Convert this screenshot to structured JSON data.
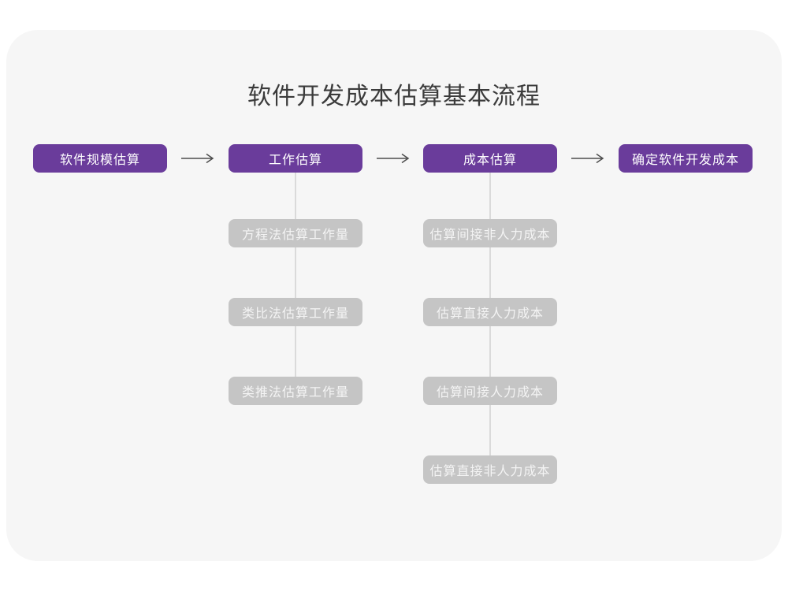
{
  "title": "软件开发成本估算基本流程",
  "colors": {
    "stage_background": "#6A3C9B",
    "substep_background": "#C5C5C5",
    "connector_line": "#DADADA",
    "arrow": "#4D4D4D",
    "card_background": "#F6F6F6",
    "title_text": "#3B3B3B",
    "node_text": "#FFFFFF"
  },
  "flow": {
    "stages": [
      {
        "label": "软件规模估算",
        "substeps": []
      },
      {
        "label": "工作估算",
        "substeps": [
          "方程法估算工作量",
          "类比法估算工作量",
          "类推法估算工作量"
        ]
      },
      {
        "label": "成本估算",
        "substeps": [
          "估算间接非人力成本",
          "估算直接人力成本",
          "估算间接人力成本",
          "估算直接非人力成本"
        ]
      },
      {
        "label": "确定软件开发成本",
        "substeps": []
      }
    ]
  }
}
